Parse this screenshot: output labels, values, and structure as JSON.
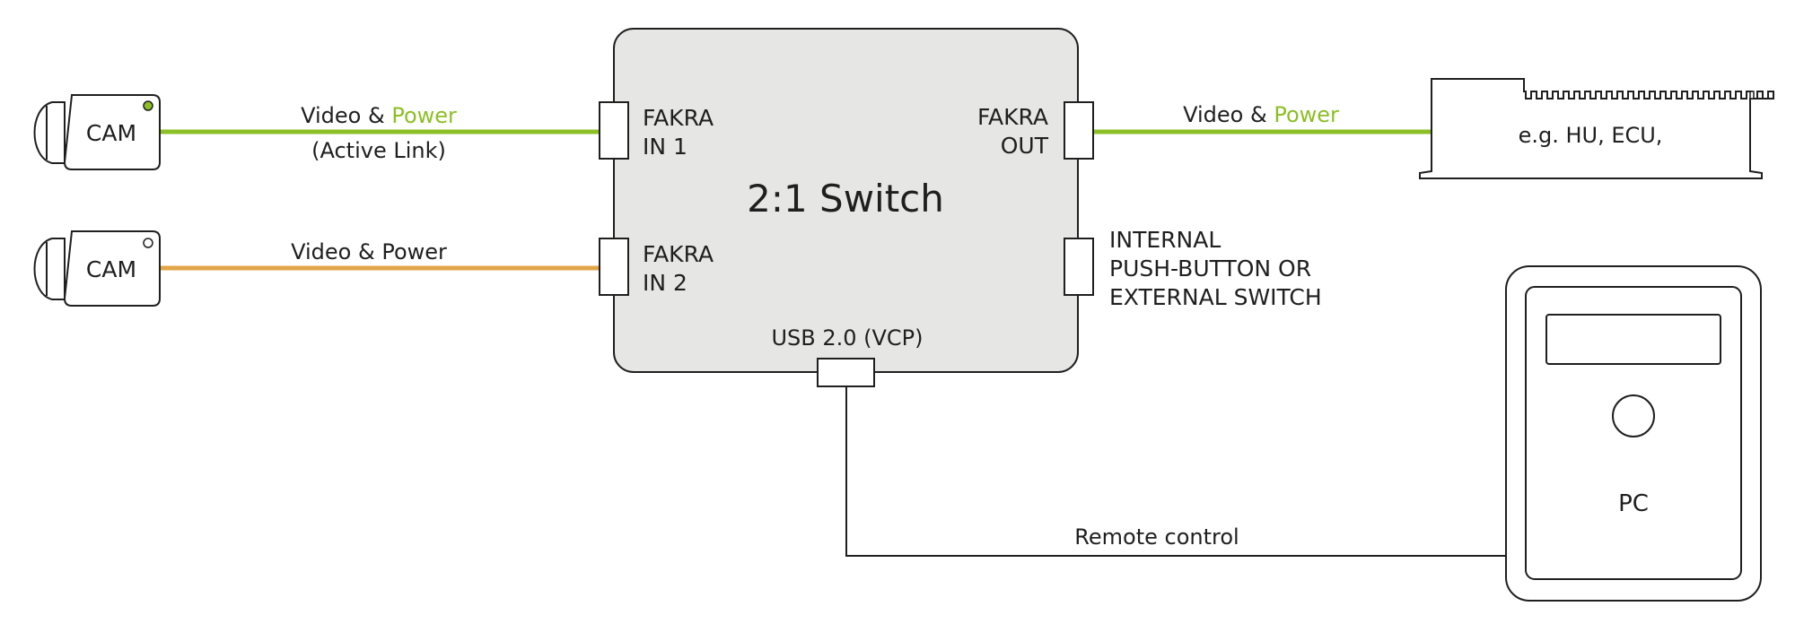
{
  "colors": {
    "accent_green": "#8cbf26",
    "orange_cable": "#e0a548",
    "switch_fill": "#e6e6e4",
    "stroke": "#1f1f1f",
    "camera_led_active": "#8cbf26"
  },
  "cameras": [
    {
      "label": "CAM",
      "led": "green"
    },
    {
      "label": "CAM",
      "led": "white"
    }
  ],
  "cables": {
    "cam1": {
      "video": "Video",
      "amp": "&",
      "power": "Power",
      "sub": "(Active Link)"
    },
    "cam2": {
      "text": "Video & Power"
    },
    "out": {
      "video": "Video",
      "amp": "&",
      "power": "Power"
    },
    "remote": "Remote control"
  },
  "switch_box": {
    "title": "2:1 Switch",
    "in1": [
      "FAKRA",
      "IN 1"
    ],
    "in2": [
      "FAKRA",
      "IN 2"
    ],
    "out": [
      "FAKRA",
      "OUT"
    ],
    "usb": "USB 2.0 (VCP)"
  },
  "internal_switch": [
    "INTERNAL",
    "PUSH-BUTTON OR",
    "EXTERNAL SWITCH"
  ],
  "head_unit": {
    "label": "e.g. HU, ECU,"
  },
  "pc": {
    "label": "PC"
  }
}
